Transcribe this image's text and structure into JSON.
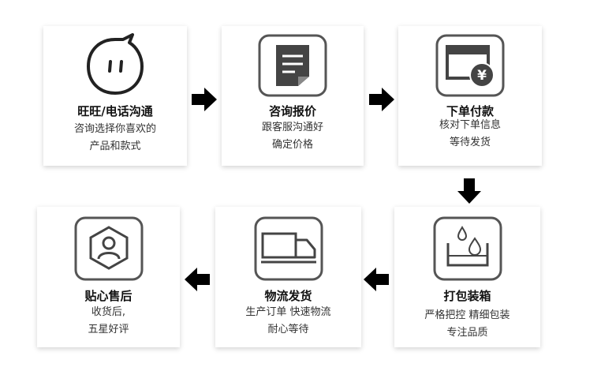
{
  "steps": [
    {
      "title": "旺旺/电话沟通",
      "desc1": "咨询选择你喜欢的",
      "desc2": "产品和款式",
      "icon": "chat-bubble-face-icon"
    },
    {
      "title": "咨询报价",
      "desc1": "跟客服沟通好",
      "desc2": "确定价格",
      "icon": "document-icon"
    },
    {
      "title": "下单付款",
      "desc1": "核对下单信息",
      "desc2": "等待发货",
      "icon": "card-yen-icon"
    },
    {
      "title": "打包装箱",
      "desc1": "严格把控 精细包装",
      "desc2": "专注品质",
      "icon": "water-drop-box-icon"
    },
    {
      "title": "物流发货",
      "desc1": "生产订单 快速物流",
      "desc2": "耐心等待",
      "icon": "truck-icon"
    },
    {
      "title": "贴心售后",
      "desc1": "收货后,",
      "desc2": "五星好评",
      "icon": "user-service-icon"
    }
  ],
  "colors": {
    "icon_border": "#555555",
    "icon_fill": "#444444",
    "arrow": "#000000"
  }
}
